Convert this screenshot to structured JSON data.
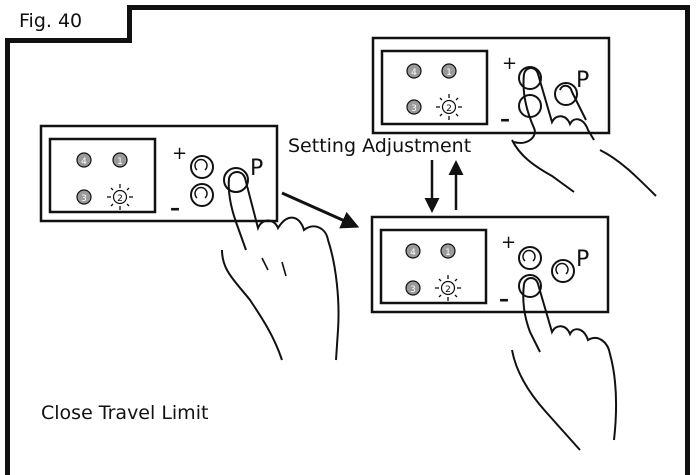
{
  "figure": {
    "label": "Fig. 40",
    "setting_label": "Setting Adjustment",
    "close_label": "Close Travel Limit"
  },
  "panel": {
    "led_labels": [
      "4",
      "1",
      "3",
      "2"
    ],
    "plus_symbol": "+",
    "minus_symbol": "–",
    "program_label": "P"
  },
  "colors": {
    "ink": "#111111",
    "led_fill": "#9a9a9a",
    "background": "#ffffff"
  }
}
